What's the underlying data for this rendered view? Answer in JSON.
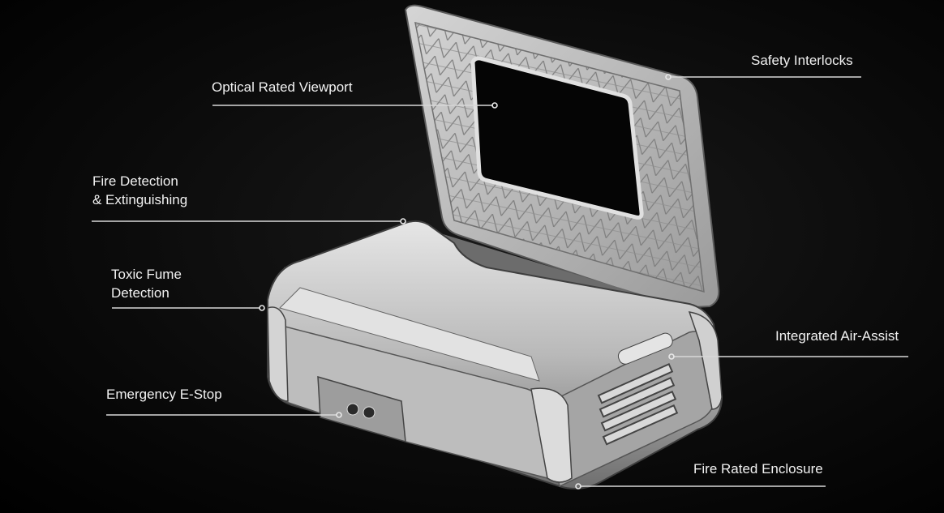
{
  "callouts": {
    "viewport": "Optical Rated Viewport",
    "interlocks": "Safety Interlocks",
    "fire_detection": [
      "Fire Detection",
      "& Extinguishing"
    ],
    "toxic_fume": [
      "Toxic Fume",
      "Detection"
    ],
    "air_assist": "Integrated Air-Assist",
    "estop": "Emergency E-Stop",
    "enclosure": "Fire Rated Enclosure"
  },
  "colors": {
    "background": "#000000",
    "label_text": "#f2f2f2",
    "callout_line": "#d8d8d8"
  }
}
